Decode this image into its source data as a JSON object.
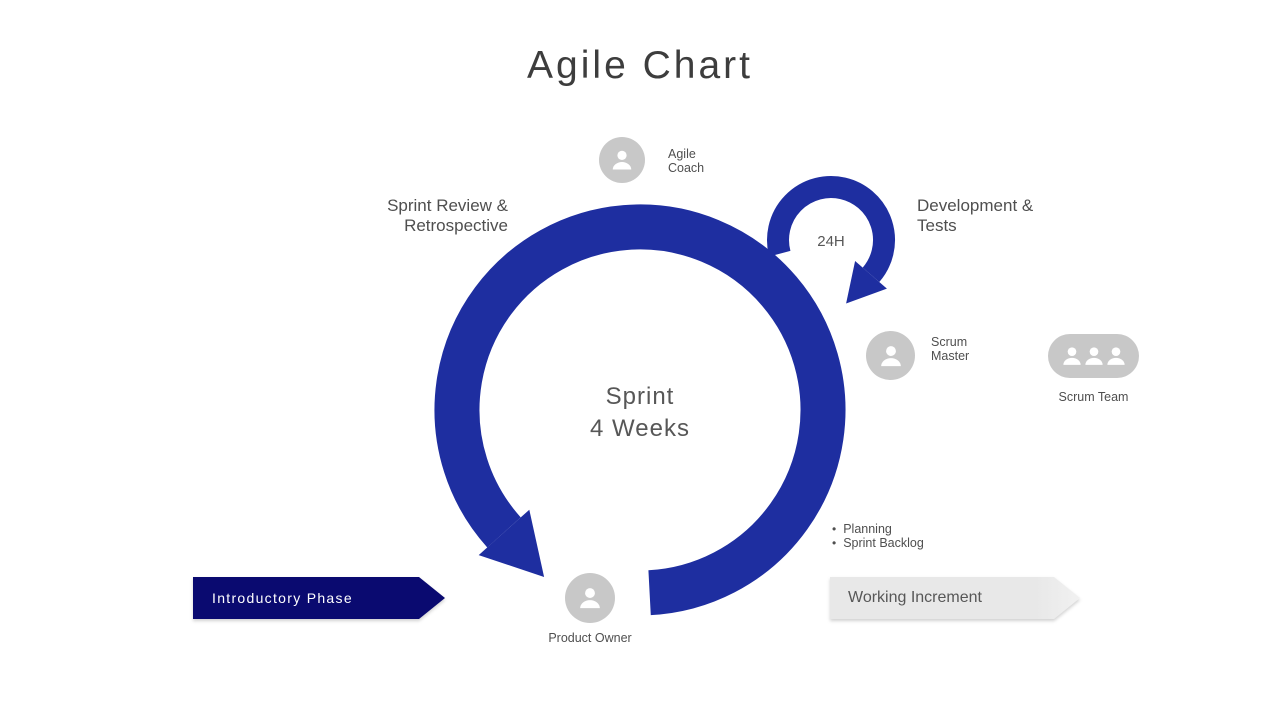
{
  "title": "Agile Chart",
  "colors": {
    "arrow_blue": "#1E2EA0",
    "navy_banner": "#0A0A70",
    "gray_banner": "#E8E8E8",
    "icon_gray": "#C8C8C8",
    "text_dark": "#3D3D3D",
    "text_gray": "#575757"
  },
  "cycle": {
    "center_line1": "Sprint",
    "center_line2": "4 Weeks",
    "daily_loop_label": "24H"
  },
  "phases": {
    "review": {
      "line1": "Sprint Review &",
      "line2": "Retrospective"
    },
    "development": {
      "line1": "Development &",
      "line2": "Tests"
    },
    "bullet": "•",
    "planning_items": [
      "Planning",
      "Sprint Backlog"
    ]
  },
  "roles": {
    "agile_coach": {
      "line1": "Agile",
      "line2": "Coach"
    },
    "scrum_master": {
      "line1": "Scrum",
      "line2": "Master"
    },
    "scrum_team": {
      "label": "Scrum Team"
    },
    "product_owner": {
      "label": "Product Owner"
    }
  },
  "banners": {
    "intro": "Introductory Phase",
    "working": "Working Increment"
  }
}
